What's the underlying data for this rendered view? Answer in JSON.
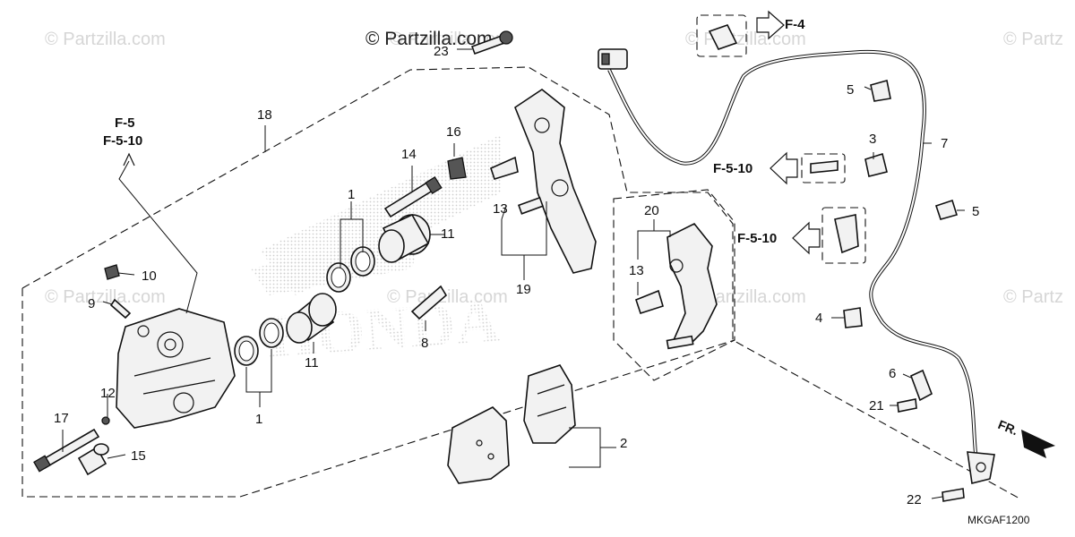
{
  "watermarks": {
    "top_left": "© Partzilla.com",
    "top_center": "© Partzilla.com",
    "top_right_a": "© Partzilla.com",
    "top_right_b": "© Partz",
    "mid_left": "© Partzilla.com",
    "mid_center": "© Partzilla.com",
    "mid_right_a": "© Partzilla.com",
    "mid_right_b": "© Partz"
  },
  "copyright": "© Partzilla.com",
  "diagram_code": "MKGAF1200",
  "front_marker": "FR.",
  "references": {
    "f4": "F-4",
    "f5": "F-5",
    "f5_10_left": "F-5-10",
    "f5_10_mid": "F-5-10",
    "f5_10_lower": "F-5-10"
  },
  "callouts": {
    "c1_top": "1",
    "c1_bottom": "1",
    "c2": "2",
    "c3": "3",
    "c4": "4",
    "c5_top": "5",
    "c5_right": "5",
    "c6": "6",
    "c7": "7",
    "c8": "8",
    "c9": "9",
    "c10": "10",
    "c11_top": "11",
    "c11_bottom": "11",
    "c12": "12",
    "c13_left": "13",
    "c13_right": "13",
    "c14": "14",
    "c15": "15",
    "c16": "16",
    "c17": "17",
    "c18": "18",
    "c19": "19",
    "c20": "20",
    "c21": "21",
    "c22": "22",
    "c23": "23"
  }
}
